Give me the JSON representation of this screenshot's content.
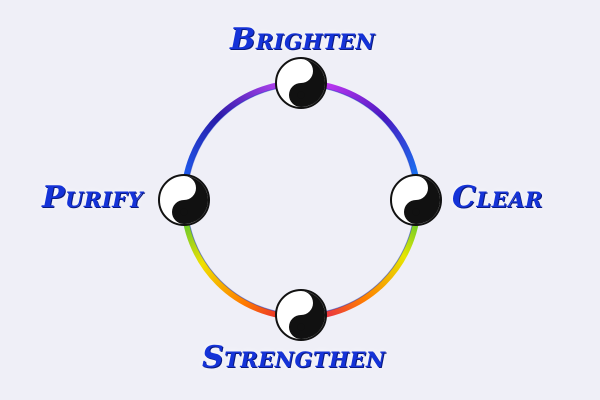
{
  "labels": {
    "top": "Brighten",
    "left": "Purify",
    "right": "Clear",
    "bottom": "Strengthen"
  },
  "symbols": {
    "top": "yin-yang-icon",
    "left": "yin-yang-icon",
    "right": "yin-yang-icon",
    "bottom": "yin-yang-icon"
  },
  "colors": {
    "label": "#1533d8",
    "background": "#efeff7"
  }
}
